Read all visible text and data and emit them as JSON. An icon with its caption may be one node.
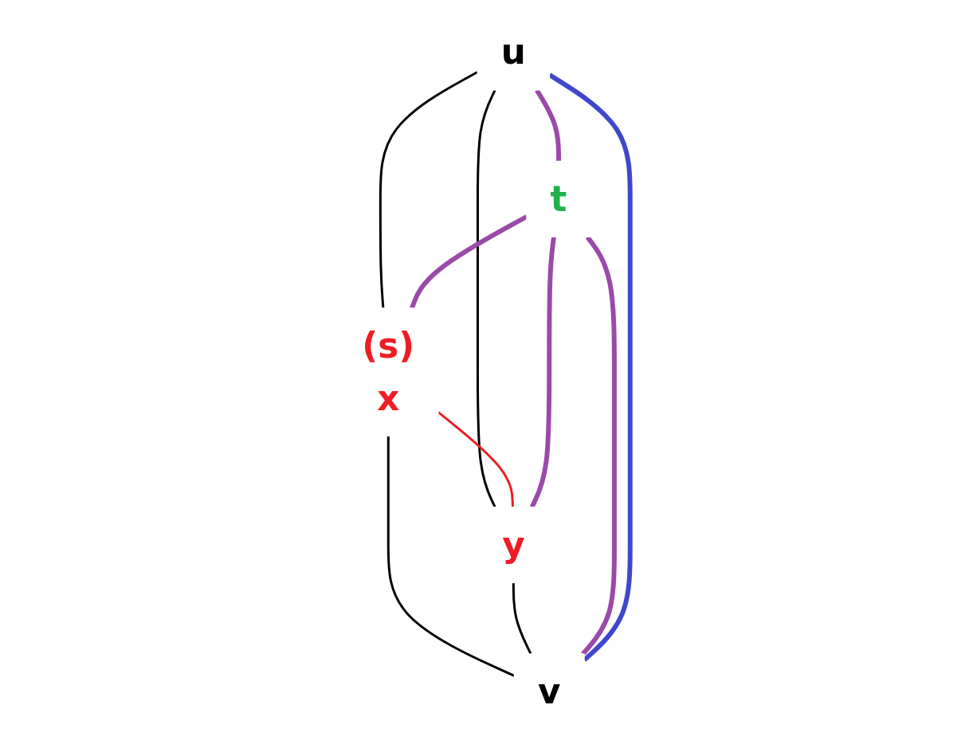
{
  "diagram": {
    "nodes": [
      {
        "text": [
          "(s)",
          "x"
        ]
      },
      {
        "text": [
          "t"
        ]
      },
      {
        "text": [
          "u"
        ]
      },
      {
        "text": [
          "v"
        ]
      },
      {
        "text": [
          "y"
        ]
      }
    ],
    "edges": [
      {
        "from": 2,
        "to": 0,
        "arrow": "none",
        "color": "#000000"
      },
      {
        "from": 0,
        "to": 3,
        "arrow": "none",
        "color": "#000000"
      },
      {
        "from": 2,
        "to": 4,
        "arrow": "none",
        "color": "#000000"
      },
      {
        "from": 4,
        "to": 3,
        "arrow": "none",
        "color": "#000000"
      },
      {
        "from": 0,
        "to": 4,
        "arrow": "none",
        "color": "#ee1c24"
      },
      {
        "from": 1,
        "to": 0,
        "arrow": "none",
        "style": "thick",
        "color": "#9a4aa8"
      },
      {
        "from": 2,
        "to": 1,
        "arrow": "none",
        "style": "thick",
        "color": "#9a4aa8"
      },
      {
        "from": 1,
        "to": 3,
        "arrow": "none",
        "style": "thick",
        "color": "#9a4aa8"
      },
      {
        "from": 1,
        "to": 4,
        "arrow": "none",
        "style": "thick",
        "color": "#9a4aa8"
      },
      {
        "from": 2,
        "to": 3,
        "arrow": "none",
        "style": "thick",
        "color": "#3f48cc"
      }
    ]
  }
}
